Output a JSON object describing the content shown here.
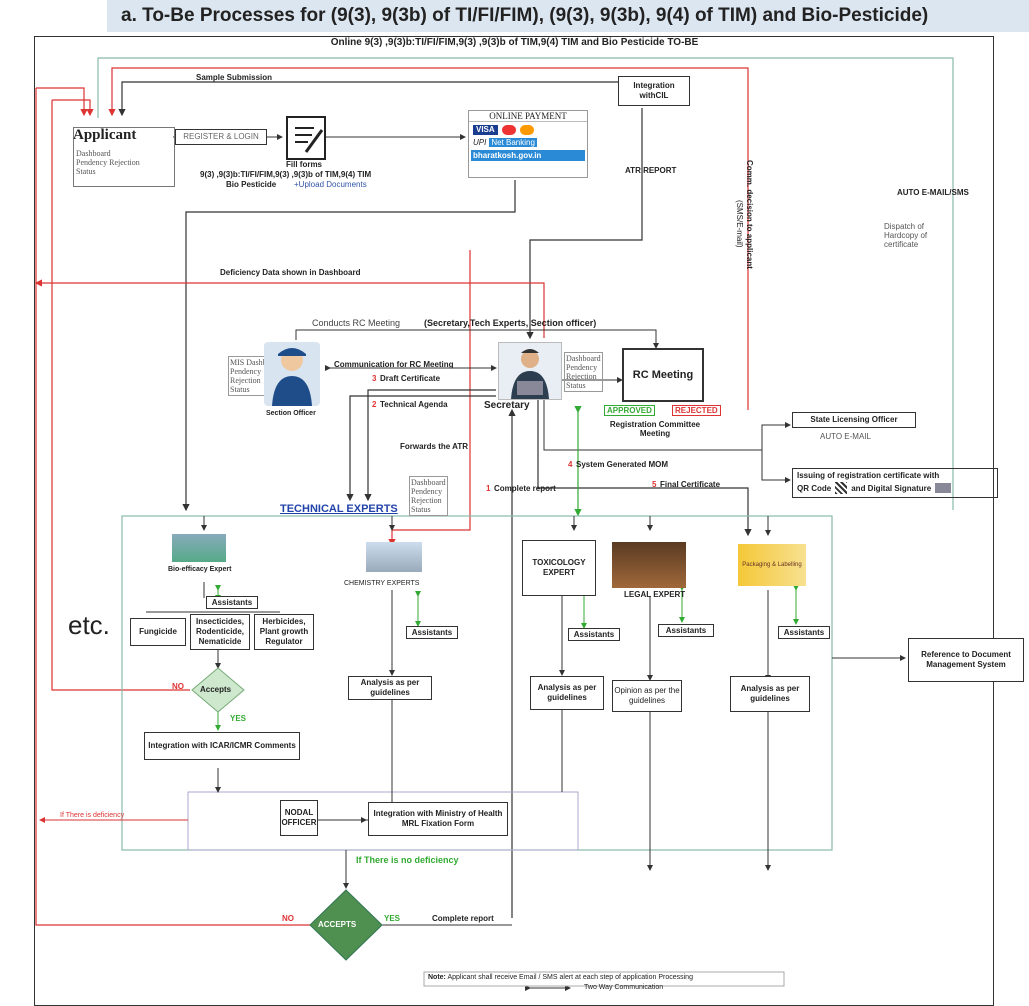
{
  "header": {
    "banner": "a.  To-Be Processes for (9(3), 9(3b) of TI/FI/FIM), (9(3), 9(3b), 9(4) of TIM) and Bio-Pesticide)",
    "subtitle": "Online 9(3) ,9(3)b:TI/FI/FIM,9(3) ,9(3)b of TIM,9(4) TIM and Bio Pesticide TO-BE"
  },
  "left_text": "etc.",
  "applicant": {
    "title": "Applicant",
    "status_lines": "Dashboard\nPendency Rejection\nStatus",
    "register_label": "REGISTER & LOGIN"
  },
  "fill_forms": {
    "label": "Fill forms",
    "desc": "9(3) ,9(3)b:TI/FI/FIM,9(3) ,9(3)b of TIM,9(4) TIM",
    "bio": "Bio Pesticide",
    "upload": "+Upload Documents"
  },
  "payment": {
    "title": "ONLINE PAYMENT",
    "visa": "VISA",
    "netbanking": "Net Banking",
    "bharatkosh": "bharatkosh.gov.in"
  },
  "labels": {
    "sample_submission": "Sample Submission",
    "integration_cil": "Integration withCIL",
    "atr_report": "ATR REPORT",
    "comm_decision": "Comm. decision to applicant",
    "comm_decision_sub": "(SMS/E-mail)",
    "auto_email": "AUTO E-MAIL/SMS",
    "dispatch": "Dispatch of Hardcopy of certificate",
    "deficiency_dashboard": "Deficiency Data shown in Dashboard",
    "conducts_rc": "Conducts RC Meeting",
    "conducts_rc_bold": "(Secretary,Tech Experts, Section officer)",
    "comm_rc": "Communication for RC Meeting",
    "draft_cert": "Draft Certificate",
    "tech_agenda": "Technical Agenda",
    "forwards_atr": "Forwards the ATR",
    "system_mom": "System Generated MOM",
    "complete_report_1": "Complete report",
    "final_cert": "Final Certificate",
    "rc_meeting": "RC Meeting",
    "approved": "APPROVED",
    "rejected": "REJECTED",
    "reg_committee": "Registration Committee Meeting",
    "state_officer": "State Licensing Officer",
    "auto_email2": "AUTO E-MAIL",
    "issuing": "Issuing of registration certificate with",
    "qr": "QR Code",
    "digital_sig": "and Digital Signature",
    "section_officer": "Section Officer",
    "secretary": "Secretary",
    "mis_status": "MIS Dashboard\nPendency\nRejection\nStatus",
    "sec_status": "Dashboard\nPendency\nRejection\nStatus",
    "tech_status": "Dashboard\nPendency\nRejection\nStatus",
    "tech_experts": "TECHNICAL EXPERTS",
    "bio_expert": "Bio-efficacy Expert",
    "chem_expert": "CHEMISTRY EXPERTS",
    "tox_expert": "TOXICOLOGY EXPERT",
    "legal_expert": "LEGAL EXPERT",
    "packaging": "Packaging & Labelling",
    "assistants": "Assistants",
    "fungicide": "Fungicide",
    "insecticides": "Insecticides, Rodenticide, Nematicide",
    "herbicides": "Herbicides, Plant growth Regulator",
    "accepts": "Accepts",
    "no": "NO",
    "yes": "YES",
    "icar": "Integration with ICAR/ICMR Comments",
    "analysis": "Analysis as per guidelines",
    "opinion": "Opinion as per the guidelines",
    "ref_dms": "Reference to Document Management System",
    "nodal": "NODAL OFFICER",
    "ministry": "Integration with Ministry of Health MRL Fixation Form",
    "if_deficiency": "If There is deficiency",
    "no_deficiency": "If There is no deficiency",
    "accepts_big": "ACCEPTS",
    "complete_report_2": "Complete report",
    "note_label": "Note:",
    "note": "Applicant shall receive Email / SMS alert at each step of application Processing",
    "two_way": "Two Way Communication",
    "n3": "3",
    "n2": "2",
    "n4": "4",
    "n1": "1",
    "n5": "5"
  },
  "colors": {
    "red": "#d33333",
    "green": "#33aa33",
    "teal": "#88bbaa",
    "dark": "#333333"
  }
}
